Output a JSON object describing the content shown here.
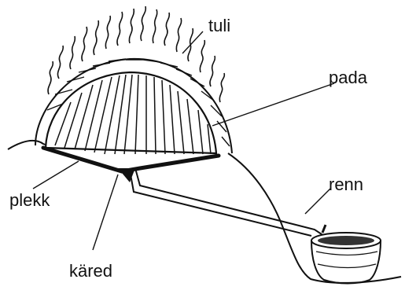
{
  "diagram": {
    "labels": {
      "tuli": "tuli",
      "pada": "pada",
      "renn": "renn",
      "plekk": "plekk",
      "kared": "käred"
    }
  }
}
